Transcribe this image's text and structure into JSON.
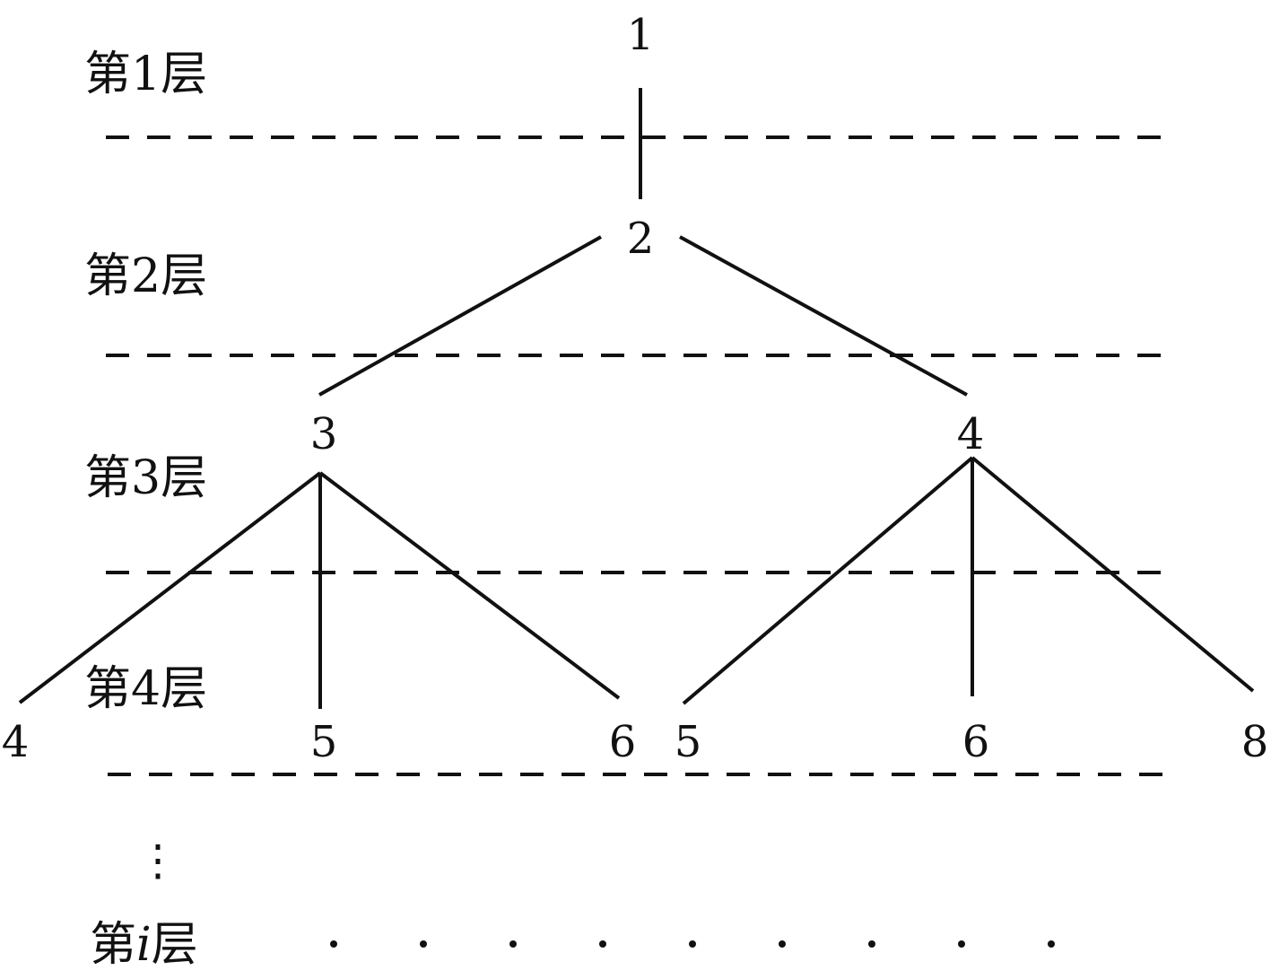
{
  "layers": [
    {
      "prefix": "第",
      "num": "1",
      "suffix": "层"
    },
    {
      "prefix": "第",
      "num": "2",
      "suffix": "层"
    },
    {
      "prefix": "第",
      "num": "3",
      "suffix": "层"
    },
    {
      "prefix": "第",
      "num": "4",
      "suffix": "层"
    },
    {
      "prefix": "第",
      "num": "i",
      "suffix": "层"
    }
  ],
  "nodes": [
    {
      "id": "n1",
      "label": "1"
    },
    {
      "id": "n2",
      "label": "2"
    },
    {
      "id": "n3",
      "label": "3"
    },
    {
      "id": "n4",
      "label": "4"
    },
    {
      "id": "n5",
      "label": "4"
    },
    {
      "id": "n6",
      "label": "5"
    },
    {
      "id": "n7",
      "label": "6"
    },
    {
      "id": "n8",
      "label": "5"
    },
    {
      "id": "n9",
      "label": "6"
    },
    {
      "id": "n10",
      "label": "8"
    }
  ],
  "edges": [
    {
      "from": "n1",
      "to": "n2"
    },
    {
      "from": "n2",
      "to": "n3"
    },
    {
      "from": "n2",
      "to": "n4"
    },
    {
      "from": "n3",
      "to": "n5"
    },
    {
      "from": "n3",
      "to": "n6"
    },
    {
      "from": "n3",
      "to": "n7"
    },
    {
      "from": "n4",
      "to": "n8"
    },
    {
      "from": "n4",
      "to": "n9"
    },
    {
      "from": "n4",
      "to": "n10"
    }
  ],
  "vertical_ellipsis": "⋮",
  "trailing_dots_count": 9
}
